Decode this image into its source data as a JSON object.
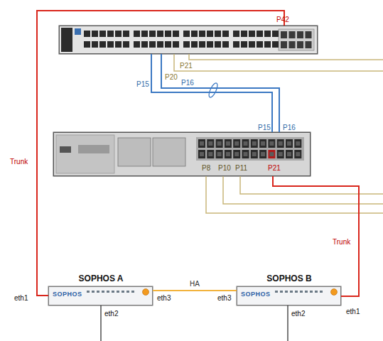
{
  "diagram": {
    "nodes": [
      {
        "text": [
          "P42",
          "P21",
          "P20",
          "P15",
          "P16"
        ]
      },
      {
        "text": [
          "P15",
          "P16",
          "P8",
          "P10",
          "P11",
          "P21"
        ]
      },
      {
        "text": [
          "SOPHOS A",
          "SOPHOS"
        ]
      },
      {
        "text": [
          "SOPHOS B",
          "SOPHOS"
        ]
      }
    ],
    "edges": [
      {
        "from": 0,
        "to": 1,
        "arrow": "none"
      },
      {
        "from": 0,
        "to": 1,
        "arrow": "none"
      },
      {
        "from": 0,
        "to": 2,
        "label": "Trunk",
        "arrow": "none"
      },
      {
        "from": 1,
        "to": 3,
        "label": "Trunk",
        "arrow": "none"
      },
      {
        "from": 2,
        "to": 3,
        "label": "HA",
        "arrow": "none"
      }
    ],
    "labels": [
      "eth1",
      "eth3",
      "eth3",
      "eth1",
      "eth2",
      "eth2"
    ]
  }
}
